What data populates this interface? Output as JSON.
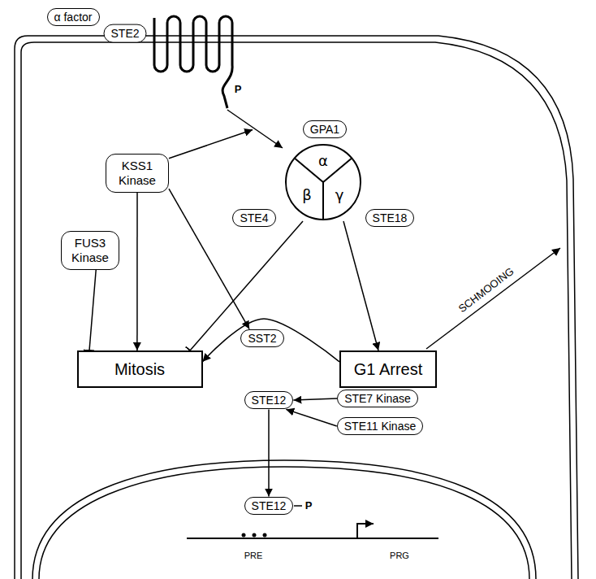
{
  "diagram": {
    "nodes": [
      {
        "text": [
          "α factor"
        ]
      },
      {
        "text": [
          "STE2"
        ]
      },
      {
        "text": [
          "GPA1"
        ]
      },
      {
        "text": [
          "α",
          "β",
          "γ"
        ]
      },
      {
        "text": [
          "STE4"
        ]
      },
      {
        "text": [
          "STE18"
        ]
      },
      {
        "text": [
          "KSS1 Kinase"
        ]
      },
      {
        "text": [
          "FUS3 Kinase"
        ]
      },
      {
        "text": [
          "Mitosis"
        ]
      },
      {
        "text": [
          "SST2"
        ]
      },
      {
        "text": [
          "G1 Arrest"
        ]
      },
      {
        "text": [
          "STE12"
        ]
      },
      {
        "text": [
          "STE7 Kinase"
        ]
      },
      {
        "text": [
          "STE11 Kinase"
        ]
      },
      {
        "text": [
          "STE12"
        ]
      }
    ],
    "edges": [
      {
        "from": 1,
        "to": 3,
        "arrow": "to"
      },
      {
        "from": 6,
        "to": 8,
        "arrow": "to"
      },
      {
        "from": 6,
        "to": 9,
        "arrow": "to"
      },
      {
        "from": 7,
        "to": 8,
        "arrow": "to"
      },
      {
        "from": 3,
        "to": 8,
        "arrow": "to"
      },
      {
        "from": 3,
        "to": 10,
        "arrow": "to"
      },
      {
        "from": 10,
        "to": 8,
        "arrow": "to"
      },
      {
        "from": 12,
        "to": 11,
        "arrow": "to"
      },
      {
        "from": 13,
        "to": 11,
        "arrow": "to"
      },
      {
        "from": 11,
        "to": 14,
        "arrow": "to"
      }
    ],
    "labels": [
      "P",
      "SCHMOOING",
      "P",
      "PRE",
      "PRG"
    ]
  }
}
